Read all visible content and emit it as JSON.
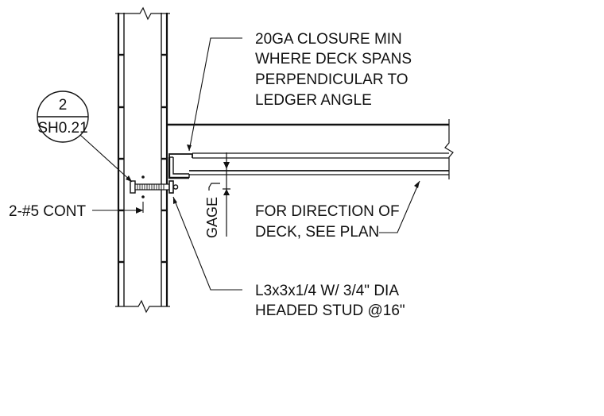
{
  "notes": {
    "closure": [
      "20GA CLOSURE MIN",
      "WHERE DECK SPANS",
      "PERPENDICULAR TO",
      "LEDGER ANGLE"
    ],
    "direction": [
      "FOR DIRECTION OF",
      "DECK, SEE PLAN"
    ],
    "angle": [
      "L3x3x1/4 W/ 3/4\" DIA",
      "HEADED STUD @16\""
    ],
    "rebar": "2-#5 CONT",
    "gage": "GAGE"
  },
  "section_tag": {
    "number": "2",
    "sheet": "SH0.21"
  }
}
